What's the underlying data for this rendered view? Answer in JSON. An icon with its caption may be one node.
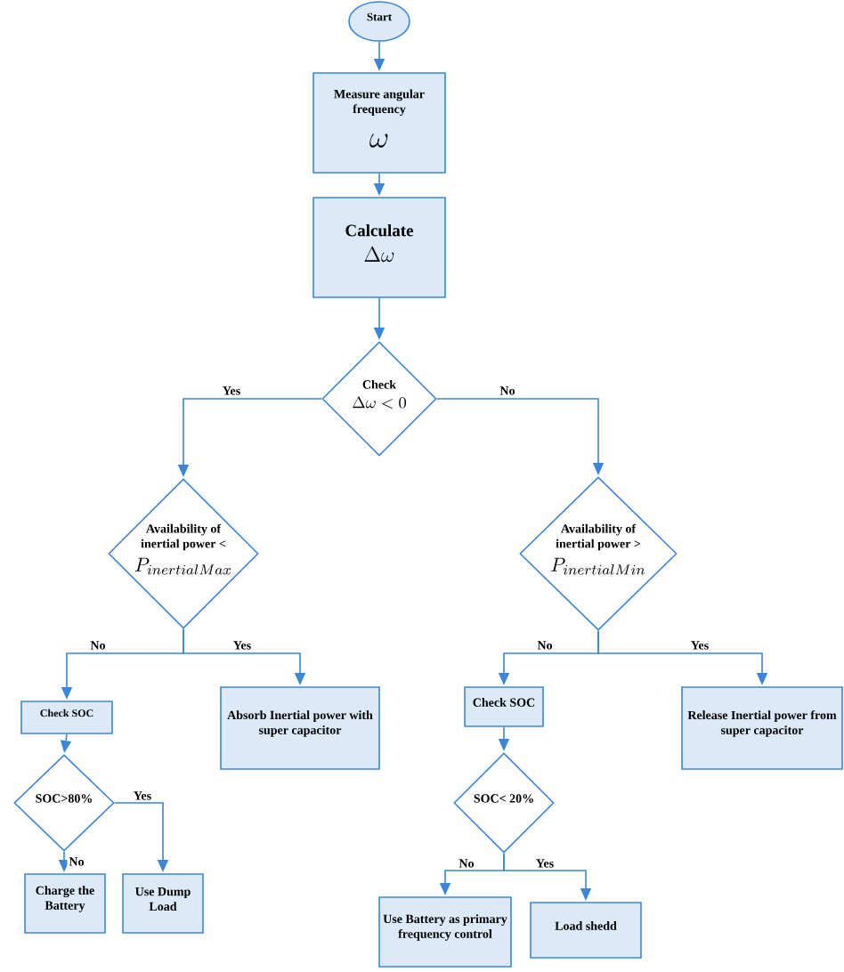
{
  "diagram": {
    "nodes": [
      {
        "text": [
          "Start"
        ]
      },
      {
        "text": [
          "Measure angular frequency",
          "\\omega"
        ]
      },
      {
        "text": [
          "Calculate",
          "\\Delta\\omega"
        ]
      },
      {
        "text": [
          "Check",
          "\\Delta\\omega < 0"
        ]
      },
      {
        "text": [
          "Availability of inertial power <",
          "P_{inertialMax}"
        ]
      },
      {
        "text": [
          "Availability of inertial power >",
          "P_{inertialMin}"
        ]
      },
      {
        "text": [
          "Check SOC"
        ]
      },
      {
        "text": [
          "Absorb Inertial power with super capacitor"
        ]
      },
      {
        "text": [
          "Check SOC"
        ]
      },
      {
        "text": [
          "Release Inertial power from super capacitor"
        ]
      },
      {
        "text": [
          "SOC>80%"
        ]
      },
      {
        "text": [
          "SOC< 20%"
        ]
      },
      {
        "text": [
          "Charge the Battery"
        ]
      },
      {
        "text": [
          "Use Dump Load"
        ]
      },
      {
        "text": [
          "Use Battery as primary frequency control"
        ]
      },
      {
        "text": [
          "Load shedd"
        ]
      }
    ],
    "edges": [
      {
        "from": 0,
        "to": 1,
        "arrow": "to"
      },
      {
        "from": 1,
        "to": 2,
        "arrow": "to"
      },
      {
        "from": 2,
        "to": 3,
        "arrow": "to"
      },
      {
        "from": 3,
        "to": 4,
        "arrow": "to",
        "label": "Yes"
      },
      {
        "from": 3,
        "to": 5,
        "arrow": "to",
        "label": "No"
      },
      {
        "from": 4,
        "to": 6,
        "arrow": "to",
        "label": "No"
      },
      {
        "from": 4,
        "to": 7,
        "arrow": "to",
        "label": "Yes"
      },
      {
        "from": 5,
        "to": 8,
        "arrow": "to",
        "label": "No"
      },
      {
        "from": 5,
        "to": 9,
        "arrow": "to",
        "label": "Yes"
      },
      {
        "from": 6,
        "to": 10,
        "arrow": "to"
      },
      {
        "from": 10,
        "to": 12,
        "arrow": "to",
        "label": "No"
      },
      {
        "from": 10,
        "to": 13,
        "arrow": "to",
        "label": "Yes"
      },
      {
        "from": 8,
        "to": 11,
        "arrow": "to"
      },
      {
        "from": 11,
        "to": 14,
        "arrow": "to",
        "label": "No"
      },
      {
        "from": 11,
        "to": 15,
        "arrow": "to",
        "label": "Yes"
      }
    ]
  }
}
